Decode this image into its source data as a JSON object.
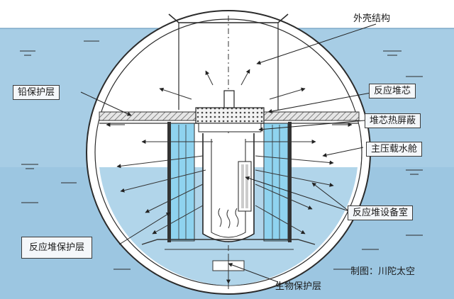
{
  "labels": {
    "outer_shell": "外壳结构",
    "lead_layer": "铅保护层",
    "reactor_core": "反应堆芯",
    "core_heat_shield": "堆芯热屏蔽",
    "main_pressure_hull": "主压载水舱",
    "reactor_equipment_room": "反应堆设备室",
    "reactor_shield": "反应堆保护层",
    "bio_shield": "生物保护层"
  },
  "credit": "制图：川陀太空",
  "colors": {
    "water": "#aacfe6",
    "water_deep": "#8fbddb",
    "hull_fill": "#ffffff",
    "outline": "#2b2b2b",
    "shield_blue": "#8fd3ef"
  }
}
